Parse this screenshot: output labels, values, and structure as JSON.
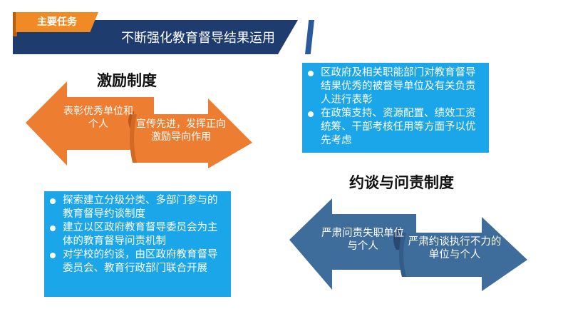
{
  "header": {
    "tag": "主要任务",
    "title": "不断强化教育督导结果运用"
  },
  "incentive": {
    "title": "激励制度",
    "left_arrow": "表彰优秀单位和个人",
    "right_arrow": "宣传先进，发挥正向激励导向作用",
    "bullets": [
      "区政府及相关职能部门对教育督导结果优秀的被督导单位及有关负责人进行表彰",
      "在政策支持、资源配置、绩效工资统筹、干部考核任用等方面予以优先考虑"
    ]
  },
  "accountability": {
    "title": "约谈与问责制度",
    "left_arrow": "严肃问责失职单位与个人",
    "right_arrow": "严肃约谈执行不力的单位与个人",
    "bullets": [
      "探索建立分级分类、多部门参与的教育督导约谈制度",
      "建立以区政府教育督导委员会为主体的教育督导问责机制",
      "对学校的约谈，由区政府教育督导委员会、教育行政部门联合开展"
    ]
  },
  "colors": {
    "navy": "#1f3c6e",
    "orange_tag": "#f08a24",
    "orange_arrow": "#ed7d31",
    "blue_box": "#1aa6e8",
    "steel_arrow": "#3e6d9c"
  }
}
